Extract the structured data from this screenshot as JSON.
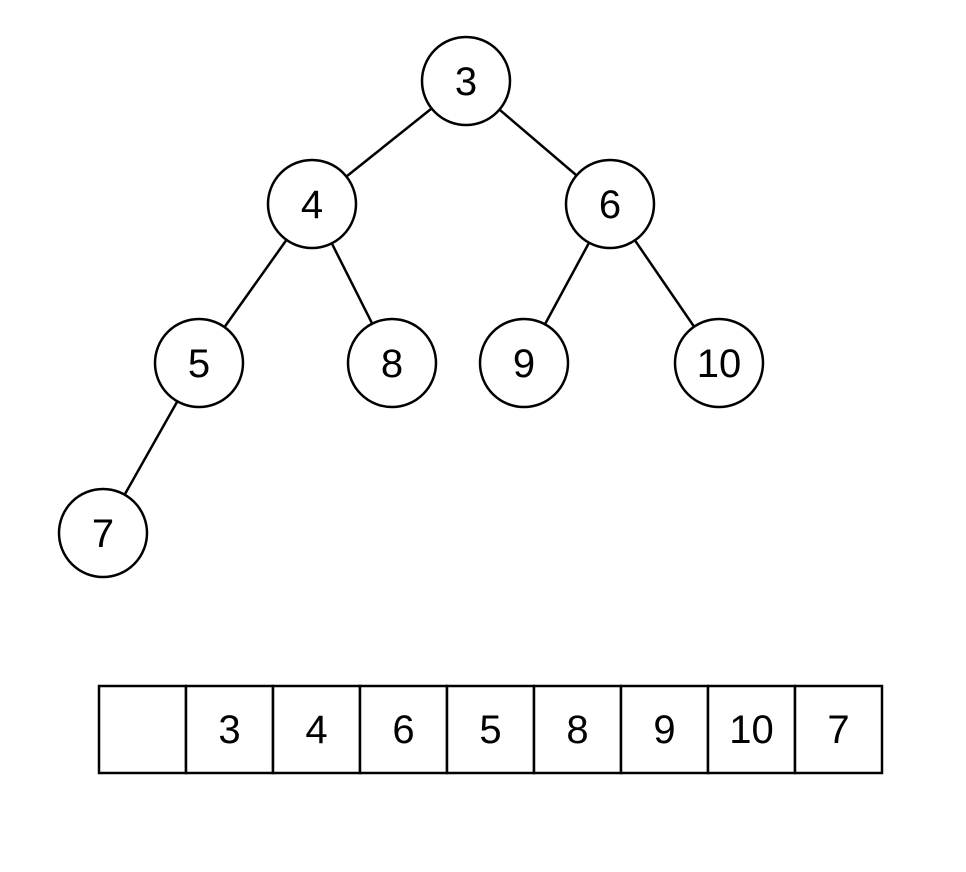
{
  "diagram": {
    "type": "binary-tree-with-array-representation",
    "tree": {
      "nodes": [
        {
          "id": "root",
          "value": "3"
        },
        {
          "id": "root-left",
          "value": "4"
        },
        {
          "id": "root-right",
          "value": "6"
        },
        {
          "id": "left-left",
          "value": "5"
        },
        {
          "id": "left-right",
          "value": "8"
        },
        {
          "id": "right-left",
          "value": "9"
        },
        {
          "id": "right-right",
          "value": "10"
        },
        {
          "id": "left-left-left",
          "value": "7"
        }
      ],
      "edges": [
        {
          "from": "3",
          "to": "4"
        },
        {
          "from": "3",
          "to": "6"
        },
        {
          "from": "4",
          "to": "5"
        },
        {
          "from": "4",
          "to": "8"
        },
        {
          "from": "6",
          "to": "9"
        },
        {
          "from": "6",
          "to": "10"
        },
        {
          "from": "5",
          "to": "7"
        }
      ]
    },
    "array": {
      "cells": [
        "",
        "3",
        "4",
        "6",
        "5",
        "8",
        "9",
        "10",
        "7"
      ]
    },
    "colors": {
      "stroke": "#000000",
      "fill": "#ffffff",
      "text": "#000000"
    }
  }
}
